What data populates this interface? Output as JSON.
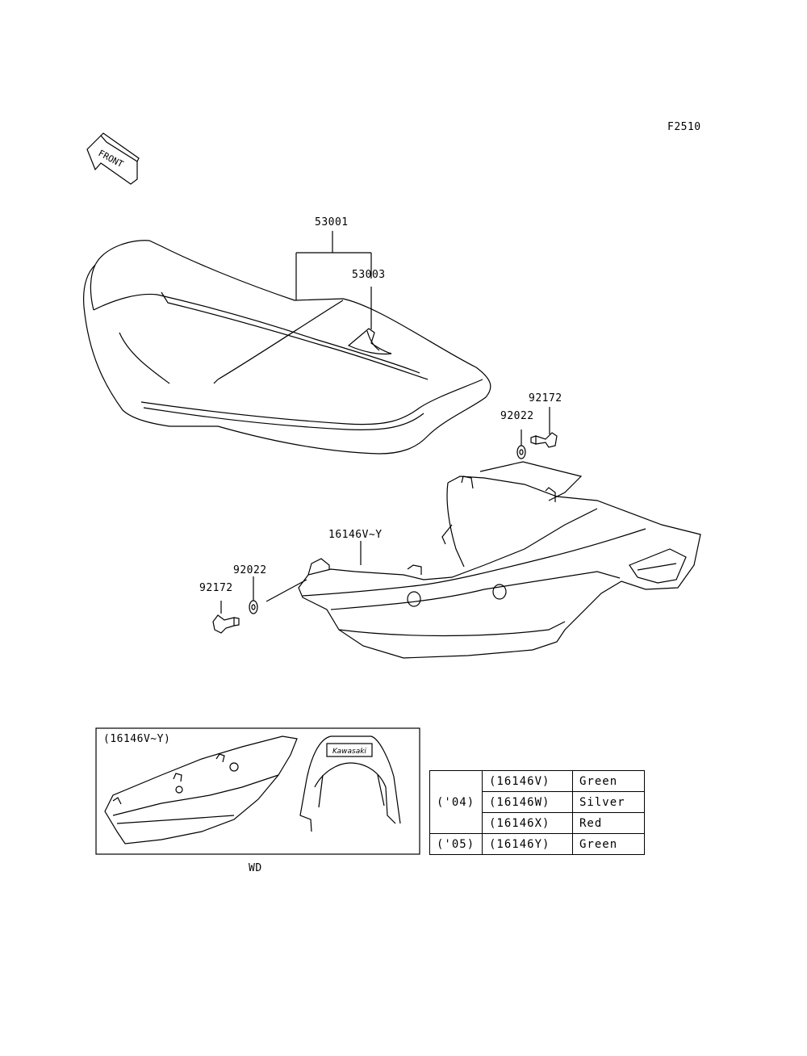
{
  "figure_code": "F2510",
  "front_arrow_text": "FRONT",
  "callouts": {
    "seat": "53001",
    "seat_cover": "53003",
    "bolt_right": "92172",
    "washer_right": "92022",
    "side_cover": "16146V~Y",
    "washer_left": "92022",
    "bolt_left": "92172"
  },
  "inset": {
    "label": "(16146V~Y)",
    "caption": "WD",
    "logo_text": "Kawasaki"
  },
  "color_table": [
    {
      "year": "('04)",
      "part": "(16146V)",
      "color": "Green"
    },
    {
      "year": "",
      "part": "(16146W)",
      "color": "Silver"
    },
    {
      "year": "",
      "part": "(16146X)",
      "color": "Red"
    },
    {
      "year": "('05)",
      "part": "(16146Y)",
      "color": "Green"
    }
  ]
}
